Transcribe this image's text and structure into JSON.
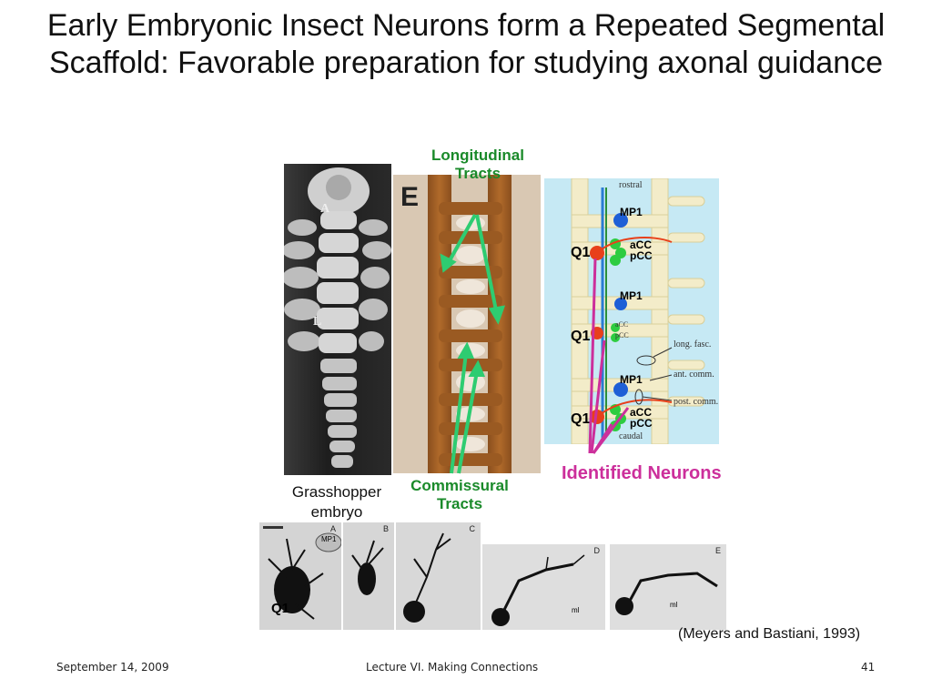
{
  "slide": {
    "title": "Early Embryonic Insect Neurons form a Repeated Segmental Scaffold: Favorable preparation for studying axonal guidance",
    "labels": {
      "longitudinal_tracts": "Longitudinal Tracts",
      "commissural_tracts": "Commissural Tracts",
      "grasshopper_embryo": "Grasshopper embryo",
      "identified_neurons": "Identified Neurons"
    },
    "embryo_photo": {
      "label_a": "A",
      "label_l": "L"
    },
    "scaffold_photo": {
      "panel_letter": "E"
    },
    "diagram": {
      "rostral": "rostral",
      "caudal": "caudal",
      "mp1": "MP1",
      "q1": "Q1",
      "acc": "aCC",
      "pcc": "pCC",
      "long_fasc": "long. fasc.",
      "ant_comm": "ant. comm.",
      "post_comm": "post. comm."
    },
    "bottom_panels": {
      "letters": [
        "A",
        "B",
        "C",
        "D",
        "E"
      ],
      "mp1": "MP1",
      "ml": "ml",
      "q1": "Q1"
    },
    "citation": "(Meyers and Bastiani, 1993)"
  },
  "footer": {
    "date": "September 14, 2009",
    "lecture": "Lecture VI. Making Connections",
    "page": "41"
  },
  "colors": {
    "green_label": "#1a8a2a",
    "magenta_label": "#cc2f9b",
    "diagram_bg": "#c6e9f4",
    "arrow_green": "#2ecc71"
  }
}
